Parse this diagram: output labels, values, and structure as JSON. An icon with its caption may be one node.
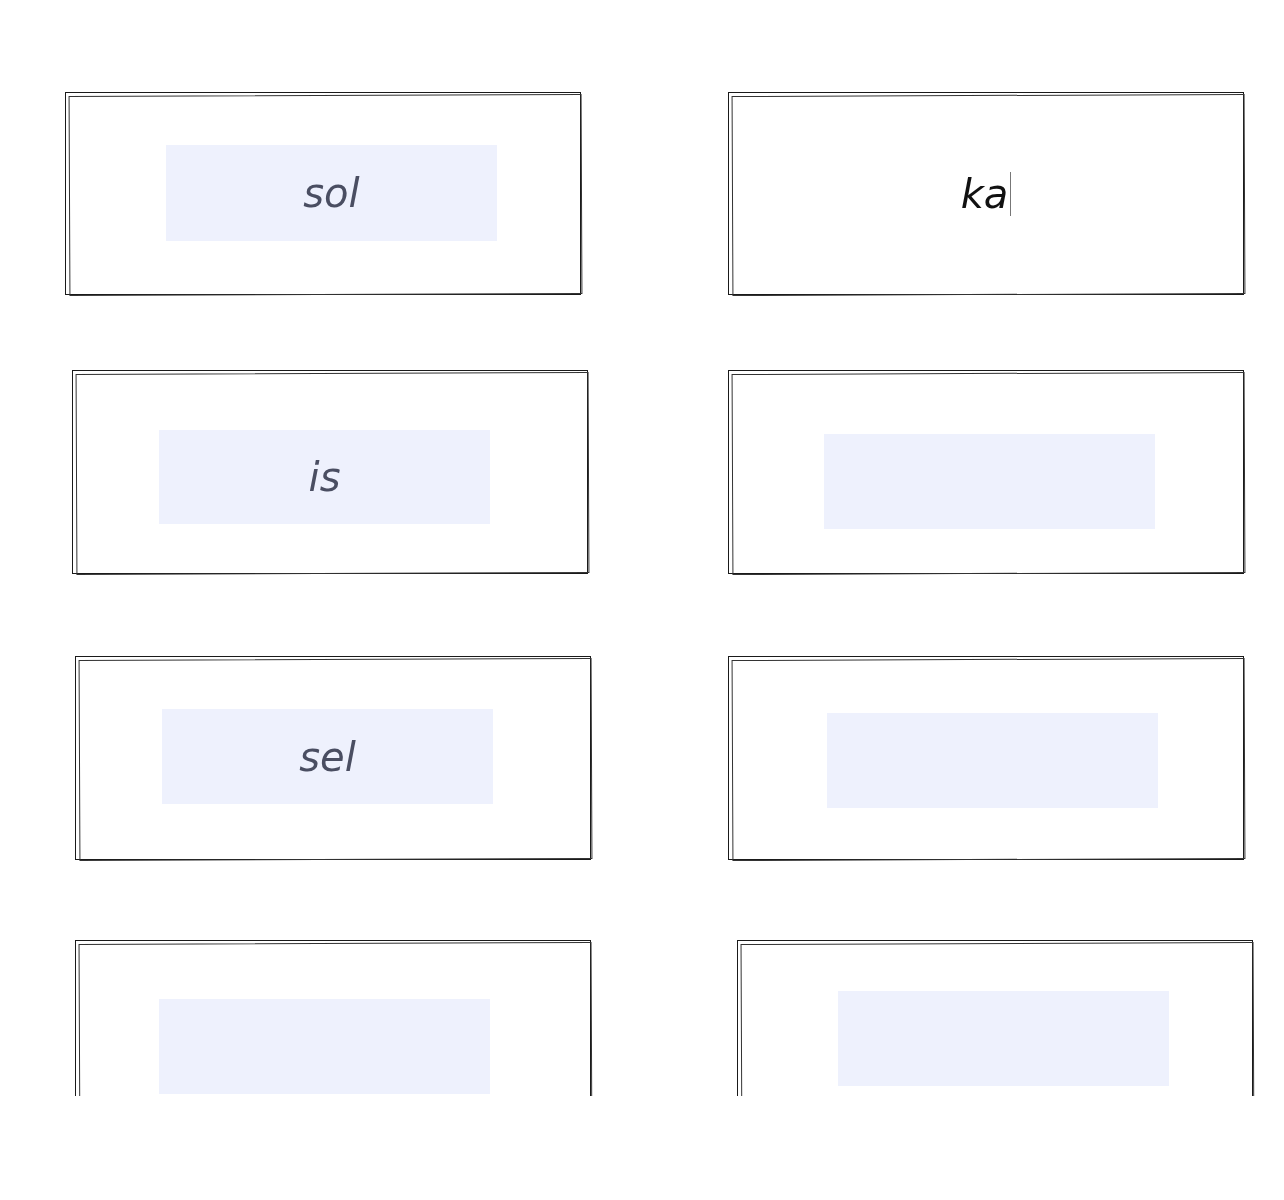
{
  "diagram": {
    "nodes": [
      {
        "text": [],
        "shape": "box"
      },
      {
        "text": [
          "sol"
        ],
        "in": 0
      },
      {
        "text": [
          "ka"
        ]
      },
      {
        "text": [],
        "shape": "box"
      },
      {
        "text": [
          "is"
        ],
        "in": 3
      },
      {
        "text": [],
        "shape": "box"
      },
      {
        "text": [],
        "shape": "box",
        "in": 5
      },
      {
        "text": [],
        "shape": "box"
      },
      {
        "text": [
          "sel"
        ],
        "in": 7
      },
      {
        "text": [],
        "shape": "box"
      },
      {
        "text": [],
        "shape": "box",
        "in": 9
      },
      {
        "text": [],
        "shape": "box"
      },
      {
        "text": [],
        "shape": "box",
        "in": 11
      },
      {
        "text": [],
        "shape": "box"
      },
      {
        "text": [],
        "shape": "box",
        "in": 13
      }
    ]
  }
}
